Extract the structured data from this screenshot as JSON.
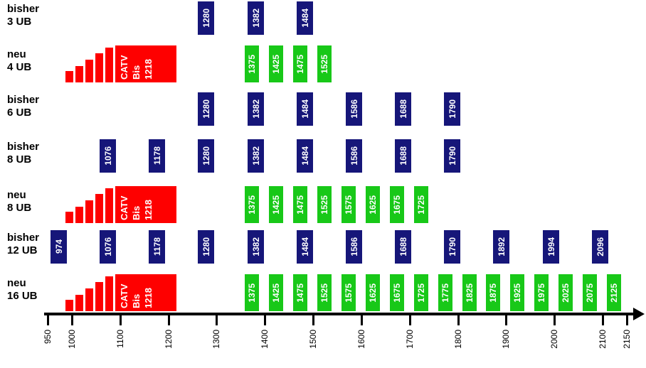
{
  "chart_data": {
    "type": "bar",
    "title": "",
    "xlabel": "",
    "ylabel": "",
    "xlim": [
      950,
      2150
    ],
    "grid": false,
    "legend": "none",
    "axis": {
      "ticks": [
        950,
        1000,
        1100,
        1200,
        1300,
        1400,
        1500,
        1600,
        1700,
        1800,
        1900,
        2000,
        2100,
        2150
      ],
      "tick_labels": [
        "950",
        "1000",
        "1100",
        "1200",
        "1300",
        "1400",
        "1500",
        "1600",
        "1700",
        "1800",
        "1900",
        "2000",
        "2100",
        "2150"
      ],
      "min": 950,
      "max": 2150,
      "arrow": true
    },
    "colors": {
      "existing": "#161679",
      "new": "#18c818",
      "catv": "#fe0000",
      "background": "#ffffff",
      "text": "#000000"
    },
    "catv_block": {
      "label_line1": "CATV",
      "label_line2": "Bis",
      "label_line3": "1218",
      "end_frequency": 1218,
      "start_frequency": 950
    },
    "rows": [
      {
        "label_line1": "bisher",
        "label_line2": "3 UB",
        "type": "existing",
        "color": "#161679",
        "has_catv": false,
        "values": [
          1280,
          1382,
          1484
        ]
      },
      {
        "label_line1": "neu",
        "label_line2": "4 UB",
        "type": "new",
        "color": "#18c818",
        "has_catv": true,
        "values": [
          1375,
          1425,
          1475,
          1525
        ]
      },
      {
        "label_line1": "bisher",
        "label_line2": "6 UB",
        "type": "existing",
        "color": "#161679",
        "has_catv": false,
        "values": [
          1280,
          1382,
          1484,
          1586,
          1688,
          1790
        ]
      },
      {
        "label_line1": "bisher",
        "label_line2": "8 UB",
        "type": "existing",
        "color": "#161679",
        "has_catv": false,
        "values": [
          1076,
          1178,
          1280,
          1382,
          1484,
          1586,
          1688,
          1790
        ]
      },
      {
        "label_line1": "neu",
        "label_line2": "8 UB",
        "type": "new",
        "color": "#18c818",
        "has_catv": true,
        "values": [
          1375,
          1425,
          1475,
          1525,
          1575,
          1625,
          1675,
          1725
        ]
      },
      {
        "label_line1": "bisher",
        "label_line2": "12 UB",
        "type": "existing",
        "color": "#161679",
        "has_catv": false,
        "values": [
          974,
          1076,
          1178,
          1280,
          1382,
          1484,
          1586,
          1688,
          1790,
          1892,
          1994,
          2096
        ]
      },
      {
        "label_line1": "neu",
        "label_line2": "16 UB",
        "type": "new",
        "color": "#18c818",
        "has_catv": true,
        "values": [
          1375,
          1425,
          1475,
          1525,
          1575,
          1625,
          1675,
          1725,
          1775,
          1825,
          1875,
          1925,
          1975,
          2025,
          2075,
          2125
        ]
      }
    ]
  }
}
